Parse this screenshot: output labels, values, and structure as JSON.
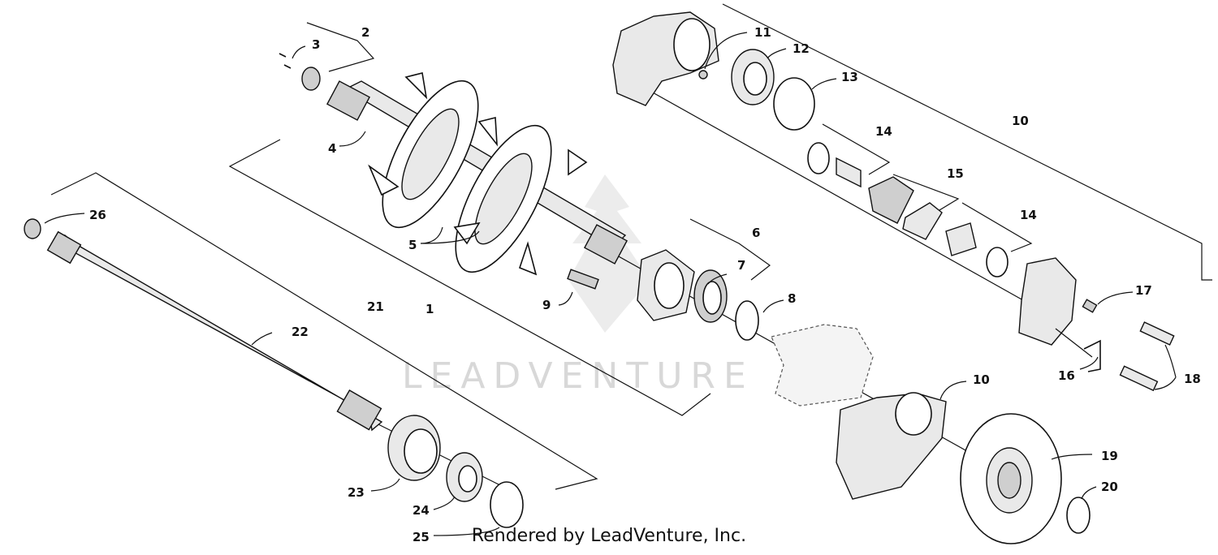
{
  "watermark": "LEADVENTURE",
  "footer": "Rendered by LeadVenture, Inc.",
  "callouts": [
    "1",
    "2",
    "3",
    "4",
    "5",
    "6",
    "7",
    "8",
    "9",
    "10",
    "10",
    "11",
    "12",
    "13",
    "14",
    "14",
    "15",
    "16",
    "17",
    "18",
    "19",
    "20",
    "21",
    "22",
    "23",
    "24",
    "25",
    "26"
  ]
}
